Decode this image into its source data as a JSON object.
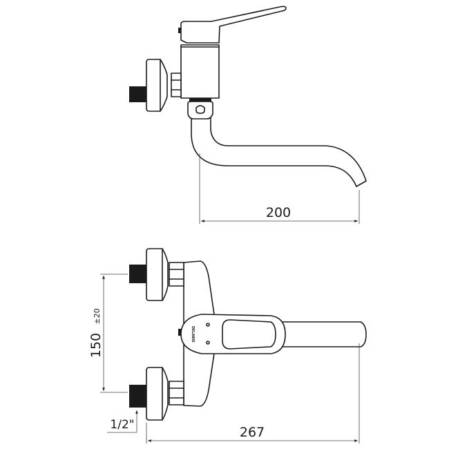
{
  "drawing": {
    "side_view": {
      "dimension_spout_reach": "200"
    },
    "front_view": {
      "dimension_inlet_spacing": "150",
      "dimension_inlet_tolerance": "±20",
      "dimension_inlet_thread": "1/2\"",
      "dimension_overall_width": "267",
      "logo_text": "DELABIE"
    },
    "colors": {
      "line": "#1a1a1a",
      "background": "#ffffff"
    }
  }
}
